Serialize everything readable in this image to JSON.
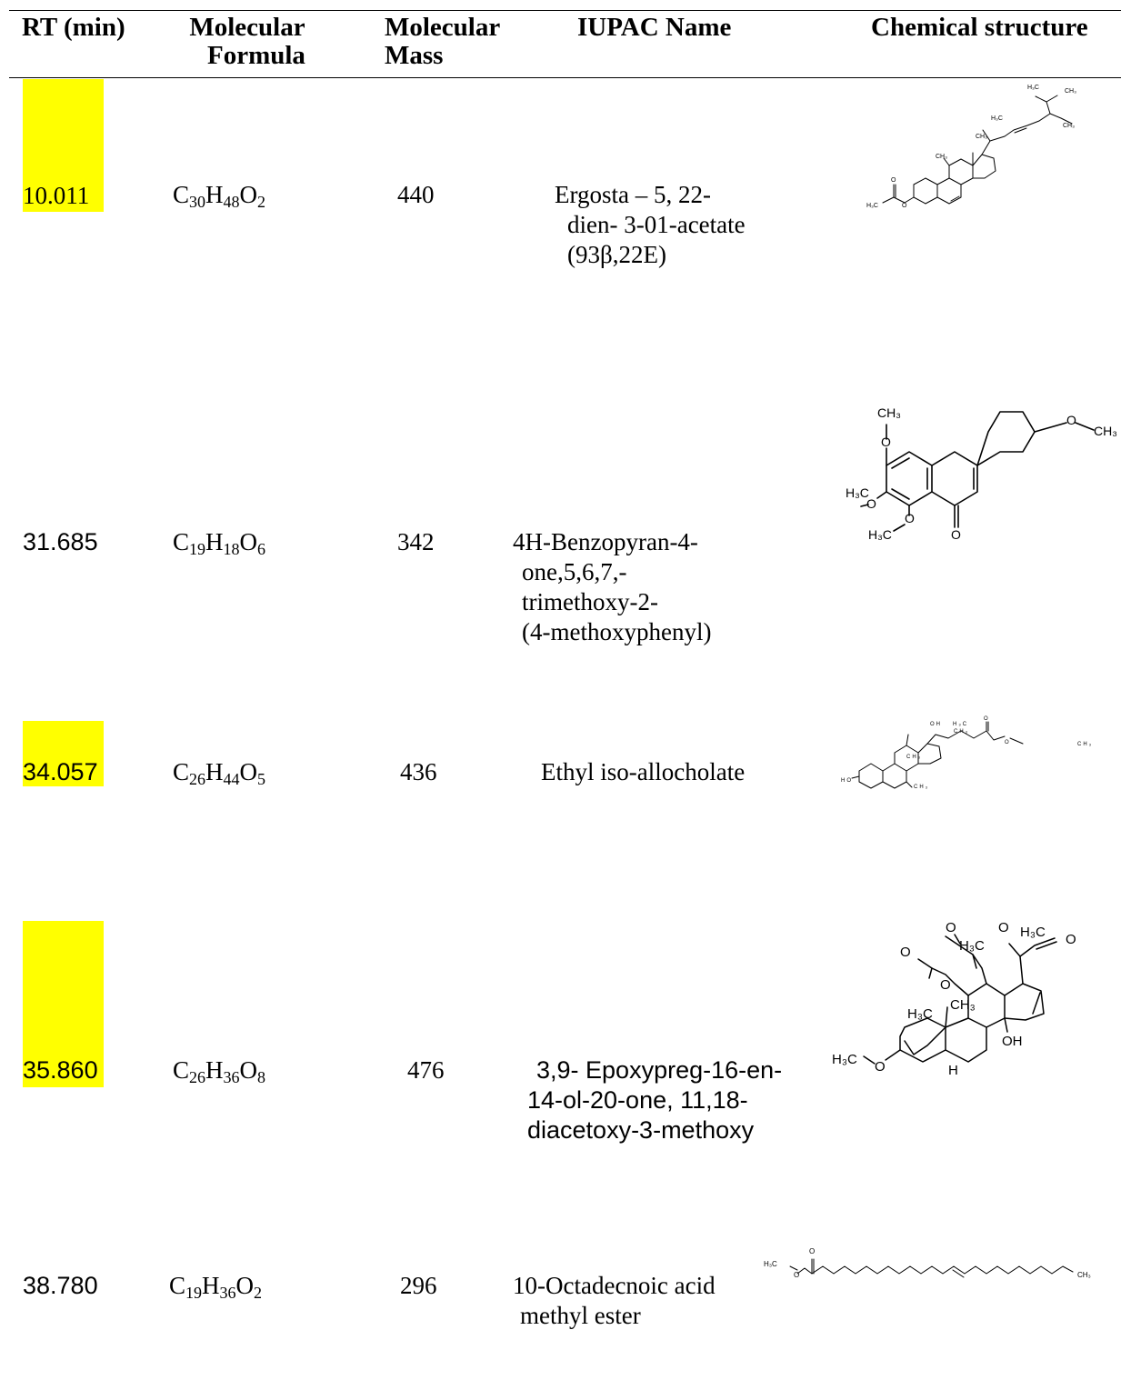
{
  "table": {
    "headers": {
      "rt": "RT (min)",
      "formula_line1": "Molecular",
      "formula_line2": "Formula",
      "mass_line1": "Molecular",
      "mass_line2": "Mass",
      "iupac": "IUPAC Name",
      "structure": "Chemical structure"
    },
    "highlight_color": "#ffff00",
    "rows": [
      {
        "rt": "10.011",
        "highlighted": true,
        "formula": {
          "C": "C",
          "c": "30",
          "H": "H",
          "h": "48",
          "O": "O",
          "o": "2"
        },
        "mass": "440",
        "name": [
          "Ergosta – 5, 22-",
          "dien- 3-01-acetate",
          "(93β,22E)"
        ],
        "structure_labels": {
          "a": "H₃C",
          "b": "CH₃",
          "c": "H₃C",
          "d": "CH₃",
          "e": "CH₃",
          "f": "CH₃",
          "g": "O",
          "h": "H₃C",
          "i": "O"
        }
      },
      {
        "rt": "31.685",
        "highlighted": false,
        "formula": {
          "C": "C",
          "c": "19",
          "H": "H",
          "h": "18",
          "O": "O",
          "o": "6"
        },
        "mass": "342",
        "name": [
          "4H-Benzopyran-4-",
          "one,5,6,7,-",
          "trimethoxy-2-",
          "(4-methoxyphenyl)"
        ],
        "structure_labels": {
          "a": "CH₃",
          "b": "O",
          "c": "H₃C",
          "d": "O",
          "e": "O",
          "f": "H₃C",
          "g": "O",
          "h": "O",
          "i": "CH₃"
        }
      },
      {
        "rt": "34.057",
        "highlighted": true,
        "formula": {
          "C": "C",
          "c": "26",
          "H": "H",
          "h": "44",
          "O": "O",
          "o": "5"
        },
        "mass": "436",
        "name": [
          "Ethyl iso-allocholate"
        ],
        "structure_labels": {
          "a": "OH",
          "b": "H₃C",
          "c": "CH₃",
          "d": "CH₃",
          "e": "HO",
          "f": "CH₃",
          "g": "O",
          "h": "O",
          "i": "CH₃"
        }
      },
      {
        "rt": "35.860",
        "highlighted": true,
        "formula": {
          "C": "C",
          "c": "26",
          "H": "H",
          "h": "36",
          "O": "O",
          "o": "8"
        },
        "mass": "476",
        "name": [
          "3,9- Epoxypreg-16-en-",
          "14-ol-20-one, 11,18-",
          "diacetoxy-3-methoxy"
        ],
        "structure_labels": {
          "a": "O",
          "b": "O",
          "c": "H₃C",
          "d": "O",
          "e": "H₃C",
          "f": "O",
          "g": "H₃C",
          "h": "CH₃",
          "i": "O",
          "j": "OH",
          "k": "H₃C",
          "l": "O",
          "m": "H"
        }
      },
      {
        "rt": "38.780",
        "highlighted": false,
        "formula": {
          "C": "C",
          "c": "19",
          "H": "H",
          "h": "36",
          "O": "O",
          "o": "2"
        },
        "mass": "296",
        "name": [
          "10-Octadecnoic acid",
          "methyl ester"
        ],
        "structure_labels": {
          "a": "O",
          "b": "H₃C",
          "c": "O",
          "d": "CH₃"
        }
      }
    ]
  }
}
